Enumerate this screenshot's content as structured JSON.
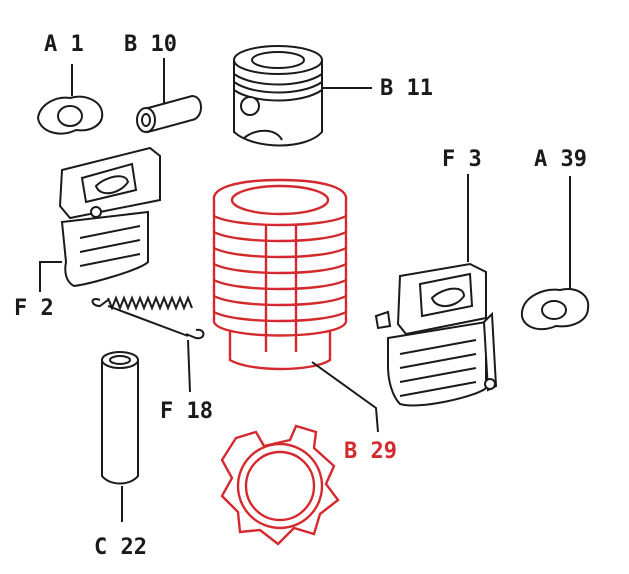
{
  "labels": {
    "a1": "A 1",
    "b10": "B 10",
    "b11": "B 11",
    "f3": "F 3",
    "a39": "A 39",
    "f2": "F 2",
    "f18": "F 18",
    "b29": "B 29",
    "c22": "C 22"
  },
  "colors": {
    "ink": "#1a1a1a",
    "highlight": "#d42a2f",
    "background": "#ffffff"
  }
}
